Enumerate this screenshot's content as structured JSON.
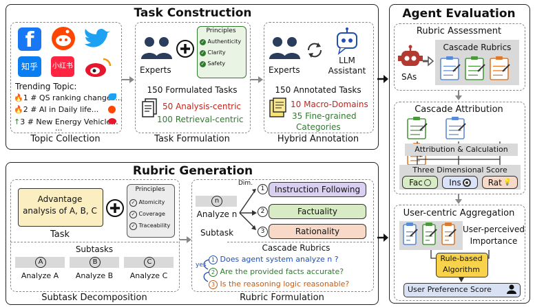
{
  "task_construction": {
    "title": "Task Construction",
    "topic_collection": {
      "label": "Topic Collection",
      "trending_title": "Trending Topic:",
      "items": [
        "1 # QS ranking changes...",
        "2 # AI in Daily life...",
        "3 # New Energy Vehicle..."
      ],
      "ellipsis": "...",
      "zhihu": "知乎",
      "xiaohongshu": "小红书"
    },
    "task_formulation": {
      "label": "Task Formulation",
      "experts": "Experts",
      "principles_title": "Principles",
      "principles": [
        "Authenticity",
        "Clarity",
        "Safety"
      ],
      "count": "150 Formulated Tasks",
      "analysis": "50 Analysis-centric",
      "retrieval": "100 Retrieval-centric"
    },
    "hybrid_annotation": {
      "label": "Hybrid Annotation",
      "experts": "Experts",
      "llm": "LLM",
      "assistant": "Assistant",
      "count": "150 Annotated Tasks",
      "macro": "10 Macro-Domains",
      "fine1": "35 Fine-grained",
      "fine2": "Categories"
    }
  },
  "rubric_generation": {
    "title": "Rubric Generation",
    "subtask_decomposition": {
      "label": "Subtask Decomposition",
      "task_text1": "Advantage",
      "task_text2": "analysis of A, B, C",
      "task_label": "Task",
      "principles_title": "Principles",
      "principles": [
        "Atomicity",
        "Coverage",
        "Traceability"
      ],
      "subtasks_title": "Subtasks",
      "subtasks": [
        {
          "letter": "A",
          "label": "Analyze A"
        },
        {
          "letter": "B",
          "label": "Analyze B"
        },
        {
          "letter": "C",
          "label": "Analyze C"
        }
      ]
    },
    "rubric_formulation": {
      "label": "Rubric Formulation",
      "n_letter": "n",
      "analyze_n": "Analyze n",
      "subtask": "Subtask",
      "dim": "Dim.",
      "dims": [
        {
          "num": "1",
          "label": "Instruction Following",
          "color": "#d9d0f0"
        },
        {
          "num": "2",
          "label": "Factuality",
          "color": "#d7ecc4"
        },
        {
          "num": "3",
          "label": "Rationality",
          "color": "#f8d8c6"
        }
      ],
      "cascade_title": "Cascade Rubrics",
      "rubrics": [
        "Does agent system analyze n ?",
        "Are the provided facts accurate?",
        "Is the reasoning logic reasonable?"
      ],
      "rubric_nums": [
        "1",
        "2",
        "3"
      ],
      "yes": "yes"
    }
  },
  "agent_evaluation": {
    "title": "Agent Evaluation",
    "rubric_assessment": {
      "title": "Rubric Assessment",
      "cascade": "Cascade Rubrics",
      "sas": "SAs"
    },
    "cascade_attribution": {
      "title": "Cascade Attribution",
      "attr_calc": "Attribution & Calculation",
      "three_dim": "Three Dimensional Score",
      "scores": [
        "Fac",
        "Ins",
        "Rat"
      ]
    },
    "user_centric": {
      "title": "User-centric Aggregation",
      "importance1": "User-perceived",
      "importance2": "Importance",
      "algo1": "Rule-based",
      "algo2": "Algorithm",
      "pref": "User Preference Score"
    }
  },
  "colors": {
    "accent_red": "#c0241c",
    "accent_green": "#2f7a2f",
    "accent_blue": "#1f4fb3",
    "algo_yellow": "#f7d24a",
    "facebook": "#1877f2",
    "twitter": "#1da1f2",
    "reddit": "#ff4500",
    "weibo": "#e6162d"
  }
}
